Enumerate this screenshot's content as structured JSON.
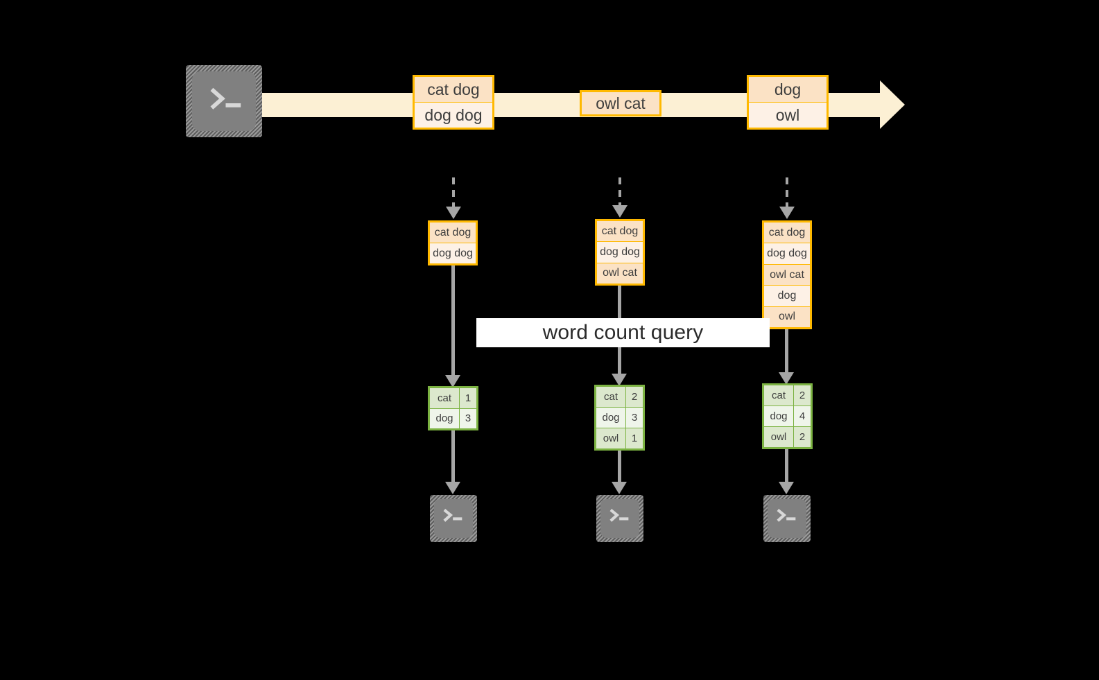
{
  "diagram": {
    "title": "word count query",
    "colors": {
      "background": "#000000",
      "stream_band": "#fcf0d4",
      "record_border": "#ffb900",
      "record_fill_dark": "#fbe2c5",
      "record_fill_light": "#fdf1e6",
      "result_border": "#7cb342",
      "result_fill_dark": "#dce8cd",
      "result_fill_light": "#eff5ea",
      "arrow": "#a6a6a6",
      "terminal_fill": "#808080",
      "banner_fill": "#ffffff"
    }
  },
  "source": {
    "icon": "terminal-icon",
    "glyph": ">_"
  },
  "stream": {
    "arrow_icon": "stream-arrow-right",
    "batches": [
      {
        "id": "batch-1",
        "lines": [
          "cat dog",
          "dog dog"
        ]
      },
      {
        "id": "batch-2",
        "lines": [
          "owl cat"
        ]
      },
      {
        "id": "batch-3",
        "lines": [
          "dog",
          "owl"
        ]
      }
    ]
  },
  "stages": [
    {
      "id": "stage-1",
      "accumulated": {
        "lines": [
          "cat dog",
          "dog dog"
        ]
      },
      "result": {
        "rows": [
          {
            "word": "cat",
            "count": "1"
          },
          {
            "word": "dog",
            "count": "3"
          }
        ]
      },
      "sink": {
        "icon": "terminal-icon",
        "glyph": ">_"
      }
    },
    {
      "id": "stage-2",
      "accumulated": {
        "lines": [
          "cat dog",
          "dog dog",
          "owl cat"
        ]
      },
      "result": {
        "rows": [
          {
            "word": "cat",
            "count": "2"
          },
          {
            "word": "dog",
            "count": "3"
          },
          {
            "word": "owl",
            "count": "1"
          }
        ]
      },
      "sink": {
        "icon": "terminal-icon",
        "glyph": ">_"
      }
    },
    {
      "id": "stage-3",
      "accumulated": {
        "lines": [
          "cat dog",
          "dog dog",
          "owl cat",
          "dog",
          "owl"
        ]
      },
      "result": {
        "rows": [
          {
            "word": "cat",
            "count": "2"
          },
          {
            "word": "dog",
            "count": "4"
          },
          {
            "word": "owl",
            "count": "2"
          }
        ]
      },
      "sink": {
        "icon": "terminal-icon",
        "glyph": ">_"
      }
    }
  ],
  "query_banner": {
    "label": "word count query"
  }
}
